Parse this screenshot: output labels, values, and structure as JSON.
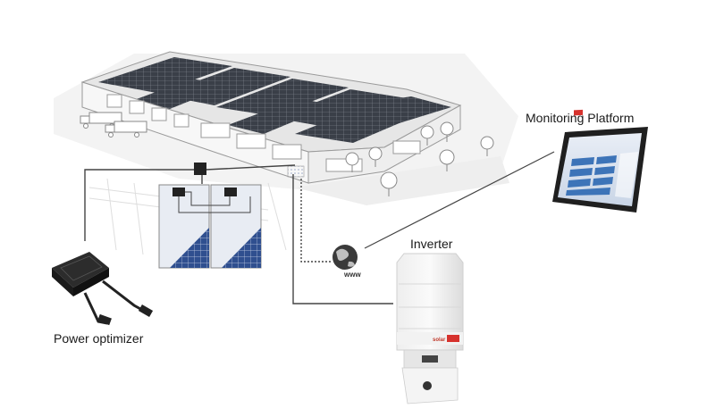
{
  "labels": {
    "monitoring_platform": "Monitoring Platform",
    "inverter": "Inverter",
    "power_optimizer": "Power optimizer",
    "www": "www",
    "inverter_brand": "solar"
  },
  "colors": {
    "panel_blue": "#2f4f8f",
    "brand_red": "#d6322d",
    "wire": "#444444",
    "building_line": "#9a9a9a"
  },
  "icons": {
    "globe": "globe-icon",
    "tablet": "tablet-icon",
    "optimizer": "power-optimizer-icon",
    "inverter": "inverter-icon"
  }
}
